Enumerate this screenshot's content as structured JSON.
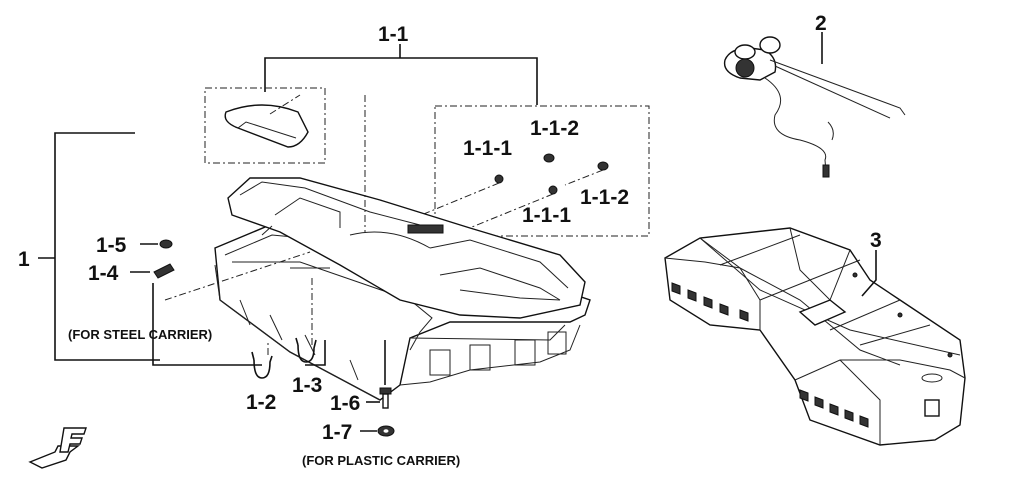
{
  "labels": {
    "l_1": "1",
    "l_1_1": "1-1",
    "l_1_1_1a": "1-1-1",
    "l_1_1_2a": "1-1-2",
    "l_1_1_2b": "1-1-2",
    "l_1_1_1b": "1-1-1",
    "l_1_2": "1-2",
    "l_1_3": "1-3",
    "l_1_4": "1-4",
    "l_1_5": "1-5",
    "l_1_6": "1-6",
    "l_1_7": "1-7",
    "l_2": "2",
    "l_3": "3"
  },
  "notes": {
    "steel": "(FOR STEEL CARRIER)",
    "plastic": "(FOR PLASTIC CARRIER)"
  },
  "front_mark": "F"
}
